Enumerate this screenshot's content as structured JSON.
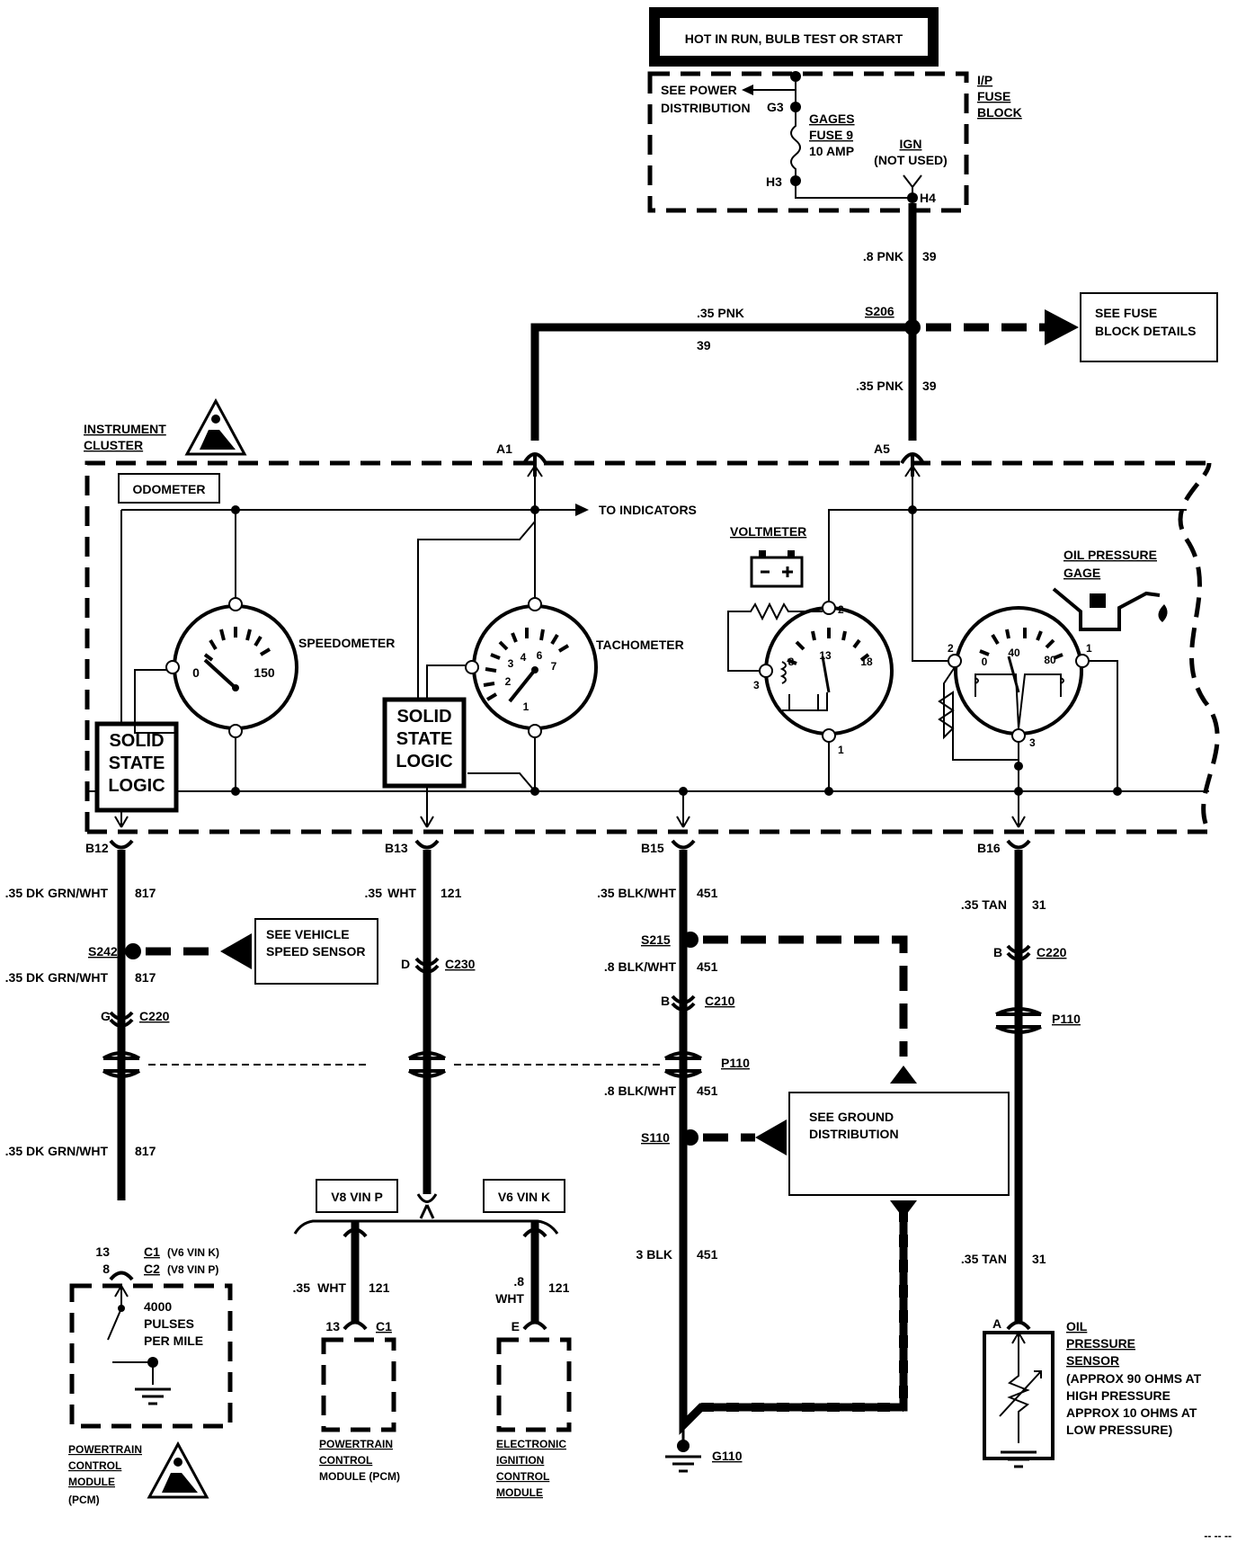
{
  "header": {
    "condition": "HOT IN RUN, BULB TEST OR START"
  },
  "fuse_block": {
    "title_lines": [
      "I/P",
      "FUSE",
      "BLOCK"
    ],
    "see_power_lines": [
      "SEE POWER",
      "DISTRIBUTION"
    ],
    "g3": "G3",
    "h3": "H3",
    "h4": "H4",
    "fuse_lines": [
      "GAGES",
      "FUSE 9",
      "10 AMP"
    ],
    "ign_lines": [
      "IGN",
      "(NOT USED)"
    ]
  },
  "wires_top": {
    "w1_gauge": ".8 PNK",
    "w1_circuit": "39",
    "w2_gauge": ".35 PNK",
    "w2_circuit": "39",
    "w3_gauge": ".35 PNK",
    "w3_circuit": "39",
    "splice": "S206",
    "fuse_details_lines": [
      "SEE FUSE",
      "BLOCK DETAILS"
    ]
  },
  "cluster": {
    "title_lines": [
      "INSTRUMENT",
      "CLUSTER"
    ],
    "a1": "A1",
    "a5": "A5",
    "odometer": "ODOMETER",
    "to_indicators": "TO INDICATORS",
    "speedometer": "SPEEDOMETER",
    "speedo_min": "0",
    "speedo_max": "150",
    "tachometer": "TACHOMETER",
    "tach_nums": [
      "1",
      "2",
      "3",
      "4",
      "6",
      "7"
    ],
    "voltmeter": "VOLTMETER",
    "volt_nums": [
      "8",
      "13",
      "18"
    ],
    "oil_gage_lines": [
      "OIL PRESSURE",
      "GAGE"
    ],
    "oil_nums": [
      "0",
      "40",
      "80"
    ],
    "pin_labels": [
      "2",
      "3",
      "1",
      "2",
      "1",
      "3"
    ],
    "ssl_lines": [
      "SOLID",
      "STATE",
      "LOGIC"
    ]
  },
  "connectors": {
    "b12": "B12",
    "b13": "B13",
    "b15": "B15",
    "b16": "B16"
  },
  "col1": {
    "g1": ".35 DK GRN/WHT",
    "c1": "817",
    "splice": "S242",
    "vss_lines": [
      "SEE VEHICLE",
      "SPEED SENSOR"
    ],
    "g2": ".35 DK GRN/WHT",
    "c2": "817",
    "conn_pin": "G",
    "conn": "C220",
    "g3": ".35 DK GRN/WHT",
    "c3": "817",
    "pin13": "13",
    "pin8": "8",
    "c1_label": "C1",
    "c1_note": "(V6 VIN K)",
    "c2_label": "C2",
    "c2_note": "(V8 VIN P)",
    "pulses_lines": [
      "4000",
      "PULSES",
      "PER MILE"
    ],
    "module_lines": [
      "POWERTRAIN",
      "CONTROL",
      "MODULE",
      "(PCM)"
    ]
  },
  "col2": {
    "g1": ".35",
    "w1": "WHT",
    "c1": "121",
    "conn_pin": "D",
    "conn": "C230",
    "v8": "V8  VIN P",
    "v6": "V6  VIN  K",
    "left_gauge": ".35",
    "left_color": "WHT",
    "left_circuit": "121",
    "left_pin": "13",
    "left_conn": "C1",
    "right_gauge": ".8",
    "right_color": "WHT",
    "right_circuit": "121",
    "right_pin": "E",
    "pcm_lines": [
      "POWERTRAIN",
      "CONTROL",
      "MODULE (PCM)"
    ],
    "eic_lines": [
      "ELECTRONIC",
      "IGNITION",
      "CONTROL",
      "MODULE"
    ]
  },
  "col3": {
    "g1": ".35 BLK/WHT",
    "c1": "451",
    "splice1": "S215",
    "g2": ".8 BLK/WHT",
    "c2": "451",
    "conn_pin": "B",
    "conn": "C210",
    "p110": "P110",
    "g3": ".8  BLK/WHT",
    "c3": "451",
    "splice2": "S110",
    "ground_dist_lines": [
      "SEE GROUND",
      "DISTRIBUTION"
    ],
    "g4": "3 BLK",
    "c4": "451",
    "ground": "G110"
  },
  "col4": {
    "g1": ".35 TAN",
    "c1": "31",
    "conn_pin": "B",
    "conn": "C220",
    "p110": "P110",
    "g2": ".35 TAN",
    "c2": "31",
    "pin": "A",
    "sensor_lines": [
      "OIL",
      "PRESSURE",
      "SENSOR"
    ],
    "sensor_note_lines": [
      "(APPROX 90 OHMS AT",
      "HIGH PRESSURE",
      "APPROX 10 OHMS AT",
      "LOW PRESSURE)"
    ]
  },
  "footer_code": "-- -- --"
}
